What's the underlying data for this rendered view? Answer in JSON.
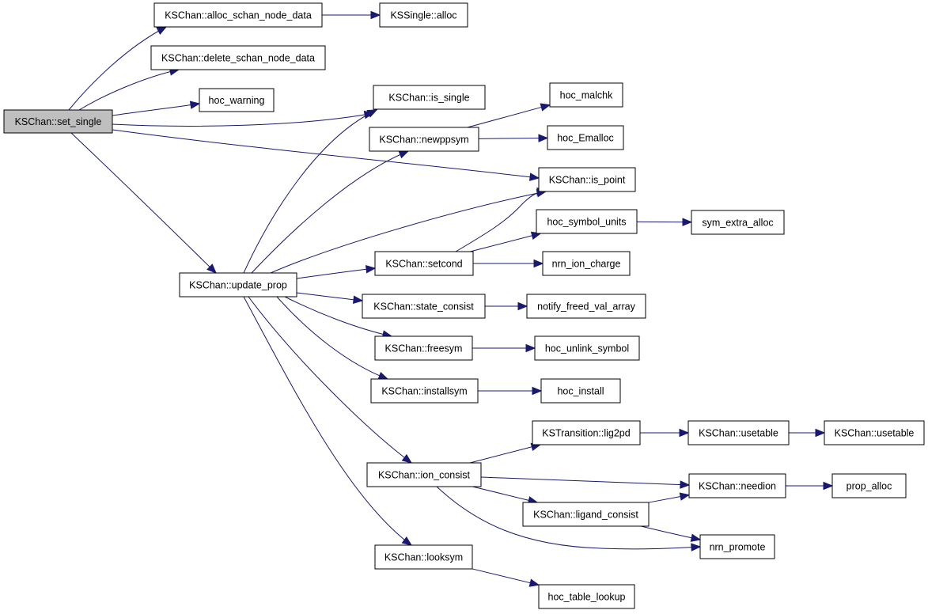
{
  "nodes": {
    "set_single": "KSChan::set_single",
    "alloc_schan": "KSChan::alloc_schan_node_data",
    "kssingle_alloc": "KSSingle::alloc",
    "delete_schan": "KSChan::delete_schan_node_data",
    "hoc_warning": "hoc_warning",
    "is_single": "KSChan::is_single",
    "hoc_malchk": "hoc_malchk",
    "newppsym": "KSChan::newppsym",
    "hoc_emalloc": "hoc_Emalloc",
    "is_point": "KSChan::is_point",
    "hoc_symbol_units": "hoc_symbol_units",
    "sym_extra_alloc": "sym_extra_alloc",
    "setcond": "KSChan::setcond",
    "nrn_ion_charge": "nrn_ion_charge",
    "update_prop": "KSChan::update_prop",
    "state_consist": "KSChan::state_consist",
    "notify_freed": "notify_freed_val_array",
    "freesym": "KSChan::freesym",
    "hoc_unlink": "hoc_unlink_symbol",
    "installsym": "KSChan::installsym",
    "hoc_install": "hoc_install",
    "lig2pd": "KSTransition::lig2pd",
    "usetable1": "KSChan::usetable",
    "usetable2": "KSChan::usetable",
    "ion_consist": "KSChan::ion_consist",
    "needion": "KSChan::needion",
    "prop_alloc": "prop_alloc",
    "ligand_consist": "KSChan::ligand_consist",
    "nrn_promote": "nrn_promote",
    "looksym": "KSChan::looksym",
    "hoc_table_lookup": "hoc_table_lookup"
  },
  "edges": [
    [
      "set_single",
      "alloc_schan"
    ],
    [
      "set_single",
      "delete_schan"
    ],
    [
      "set_single",
      "hoc_warning"
    ],
    [
      "set_single",
      "is_single"
    ],
    [
      "set_single",
      "is_point"
    ],
    [
      "set_single",
      "update_prop"
    ],
    [
      "alloc_schan",
      "kssingle_alloc"
    ],
    [
      "newppsym",
      "hoc_malchk"
    ],
    [
      "newppsym",
      "hoc_emalloc"
    ],
    [
      "hoc_symbol_units",
      "sym_extra_alloc"
    ],
    [
      "update_prop",
      "is_single"
    ],
    [
      "update_prop",
      "newppsym"
    ],
    [
      "update_prop",
      "is_point"
    ],
    [
      "update_prop",
      "setcond"
    ],
    [
      "update_prop",
      "state_consist"
    ],
    [
      "update_prop",
      "freesym"
    ],
    [
      "update_prop",
      "installsym"
    ],
    [
      "update_prop",
      "ion_consist"
    ],
    [
      "update_prop",
      "looksym"
    ],
    [
      "setcond",
      "is_point"
    ],
    [
      "setcond",
      "hoc_symbol_units"
    ],
    [
      "setcond",
      "nrn_ion_charge"
    ],
    [
      "state_consist",
      "notify_freed"
    ],
    [
      "freesym",
      "hoc_unlink"
    ],
    [
      "installsym",
      "hoc_install"
    ],
    [
      "ion_consist",
      "lig2pd"
    ],
    [
      "ion_consist",
      "needion"
    ],
    [
      "ion_consist",
      "ligand_consist"
    ],
    [
      "ion_consist",
      "nrn_promote"
    ],
    [
      "lig2pd",
      "usetable1"
    ],
    [
      "usetable1",
      "usetable2"
    ],
    [
      "needion",
      "prop_alloc"
    ],
    [
      "ligand_consist",
      "needion"
    ],
    [
      "ligand_consist",
      "nrn_promote"
    ],
    [
      "looksym",
      "hoc_table_lookup"
    ]
  ],
  "colors": {
    "edge": "#191970",
    "root_fill": "#bfbfbf",
    "node_fill": "#ffffff",
    "node_border": "#000000"
  }
}
